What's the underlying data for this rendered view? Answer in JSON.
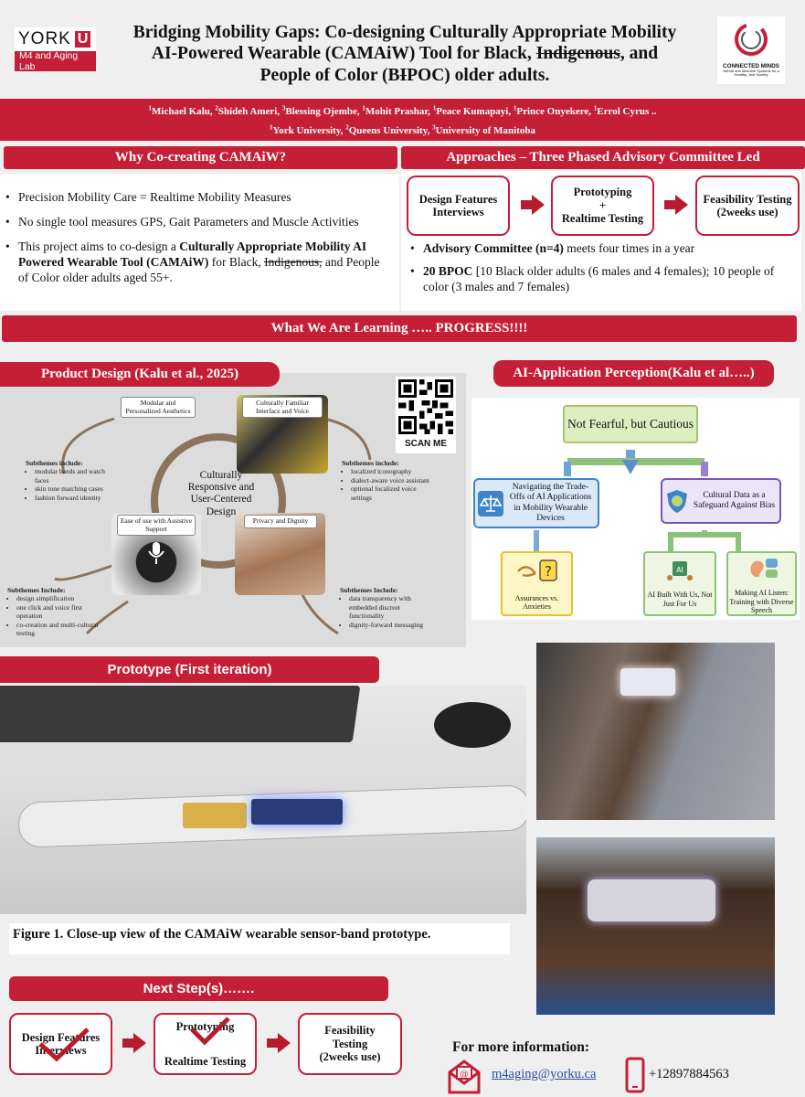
{
  "header": {
    "york_logo": "YORK",
    "york_logo_u": "U",
    "lab_name": "M4 and Aging Lab",
    "title_line1": "Bridging Mobility Gaps: Co-designing Culturally Appropriate Mobility",
    "title_line2a": "AI-Powered Wearable (CAMAiW) Tool for Black, ",
    "title_line2_strike": "Indigenous",
    "title_line2b": ", and",
    "title_line3a": "People of Color (B",
    "title_line3_strike": "I",
    "title_line3b": "POC) older adults.",
    "cm_logo_title": "CONNECTED MINDS",
    "cm_logo_sub": "Neural and Machine Systems for a Healthy, Just Society"
  },
  "authors": {
    "names": [
      {
        "sup": "1",
        "name": "Michael Kalu, "
      },
      {
        "sup": "2",
        "name": "Shideh Ameri, "
      },
      {
        "sup": "3",
        "name": "Blessing Ojembe, "
      },
      {
        "sup": "1",
        "name": "Mohit Prashar, "
      },
      {
        "sup": "1",
        "name": "Peace Kumapayi, "
      },
      {
        "sup": "1",
        "name": "Prince Onyekere, "
      },
      {
        "sup": "1",
        "name": "Errol Cyrus .."
      }
    ],
    "affiliations": [
      {
        "sup": "1",
        "name": "York University, "
      },
      {
        "sup": "2",
        "name": "Queens University, "
      },
      {
        "sup": "3",
        "name": "University of Manitoba"
      }
    ]
  },
  "why": {
    "heading": "Why Co-creating CAMAiW?",
    "b1": "Precision Mobility Care = Realtime Mobility Measures",
    "b2": "No single tool measures GPS, Gait Parameters and Muscle Activities",
    "b3a": "This project aims to co-design a ",
    "b3_bold": "Culturally Appropriate Mobility AI Powered Wearable Tool (CAMAiW)",
    "b3b": " for Black, ",
    "b3_strike": "Indigenous,",
    "b3c": " and People of Color older adults aged 55+."
  },
  "approaches": {
    "heading": "Approaches – Three Phased Advisory Committee Led",
    "step1": "Design Features Interviews",
    "step2a": "Prototyping",
    "step2b": "+",
    "step2c": "Realtime Testing",
    "step3": "Feasibility Testing (2weeks use)",
    "b1_bold": "Advisory Committee (n=4)",
    "b1_rest": " meets four times in a  year",
    "b2_bold": "20 BPOC",
    "b2_rest": "  [10 Black older adults (6 males and 4 females); 10 people of color (3 males and 7 females)"
  },
  "learning_heading": "What We Are Learning ….. PROGRESS!!!!",
  "product": {
    "heading": "Product Design (Kalu et al., 2025)",
    "center": "Culturally Responsive and User-Centered Design",
    "scan_me": "SCAN ME",
    "q1_label": "Modular and Personalized Aesthetics",
    "q2_label": "Culturally Familiar Interface and Voice",
    "q3_label": "Ease of use with Assistive Support",
    "q4_label": "Privacy and Dignity",
    "s1_title": "Subthemes include:",
    "s1_items": [
      "modular bands and watch faces",
      "skin tone matching cases",
      "fashion forward identity"
    ],
    "s2_title": "Subthemes include:",
    "s2_items": [
      "localized iconography",
      "dialect-aware voice assistant",
      "optional localized voice settings"
    ],
    "s3_title": "Subthemes Include:",
    "s3_items": [
      "design simplification",
      "one click and voice first operation",
      "co-creation and multi-cultural testing"
    ],
    "s4_title": "Subthemes Include:",
    "s4_items": [
      "data transparency with embedded discreet functionality",
      "dignity-forward messaging"
    ]
  },
  "ai": {
    "heading": "AI-Application Perception(Kalu et al…..)",
    "root": "Not Fearful, but Cautious",
    "left": "Navigating the Trade-Offs of AI Applications in Mobility Wearable Devices",
    "right": "Cultural Data as a Safeguard Against Bias",
    "leaf1": "Assurances vs. Anxieties",
    "leaf2": "AI Built With Us, Not Just For Us",
    "leaf3": "Making AI Listen: Training with Diverse Speech"
  },
  "prototype": {
    "heading": "Prototype (First iteration)",
    "caption": "Figure 1. Close-up view of the CAMAiW wearable sensor-band prototype."
  },
  "next": {
    "heading": "Next Step(s)…….",
    "step1": "Design Features Interviews",
    "step2a": "Prototyping",
    "step2b": "Realtime Testing",
    "step3": "Feasibility Testing (2weeks use)"
  },
  "contact": {
    "heading": "For more information:",
    "email": "m4aging@yorku.ca",
    "phone": "+12897884563"
  },
  "colors": {
    "brand_red": "#c41f36",
    "ai_green": "#b6d77a",
    "ai_blue": "#3f84c9",
    "ai_purple": "#7a55b8",
    "ai_yellow": "#ffe47a"
  }
}
